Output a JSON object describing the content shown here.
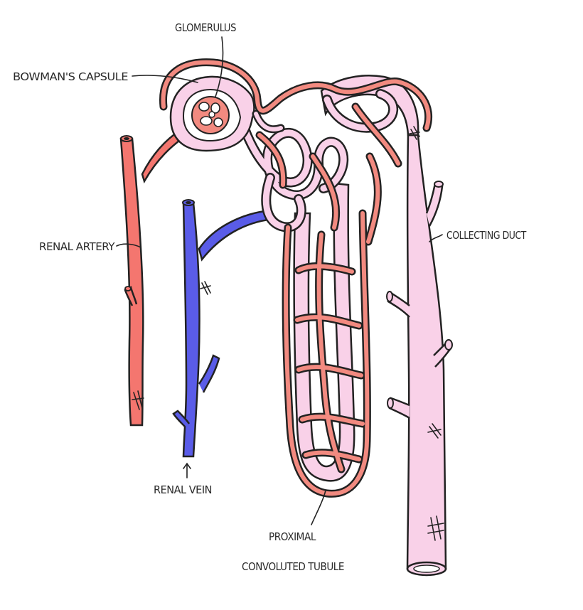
{
  "labels": {
    "glomerulus": "GLOMERULUS",
    "bowmans_capsule": "BOWMAN'S CAPSULE",
    "renal_artery": "RENAL ARTERY",
    "renal_vein": "RENAL VEIN",
    "collecting_duct": "COLLECTING DUCT",
    "proximal": "PROXIMAL",
    "convoluted_tubule": "CONVOLUTED TUBULE"
  },
  "colors": {
    "artery": "#f4766f",
    "vein": "#5a5ce8",
    "capillary": "#f28a80",
    "tubule": "#f9d1e8",
    "outline": "#222222",
    "background": "#ffffff"
  }
}
